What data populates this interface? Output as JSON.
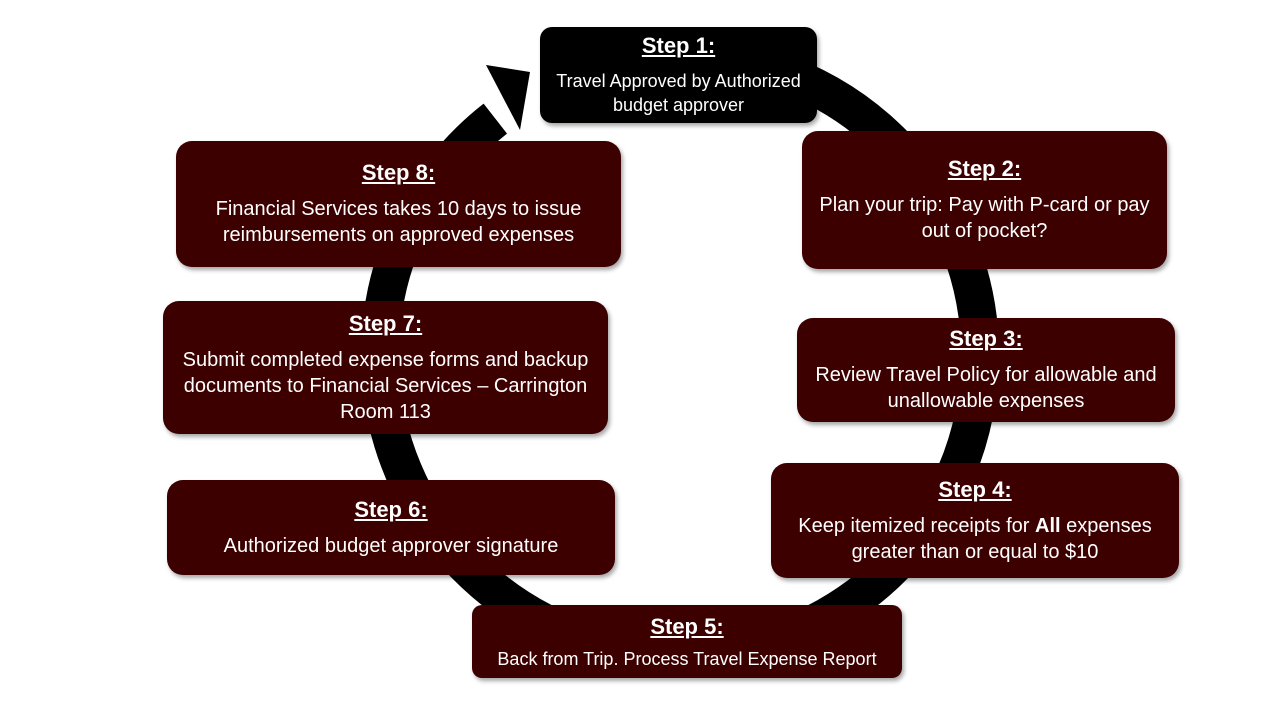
{
  "colors": {
    "box_fill_dark": "#000000",
    "box_fill_maroon": "#3d0000",
    "ring": "#000000",
    "text": "#ffffff",
    "background": "#ffffff"
  },
  "steps": [
    {
      "title": "Step 1:",
      "text": "Travel Approved by Authorized budget approver"
    },
    {
      "title": "Step 2:",
      "text": "Plan your trip: Pay with P-card or pay out of pocket?"
    },
    {
      "title": "Step 3:",
      "text": "Review Travel Policy for allowable and unallowable expenses"
    },
    {
      "title": "Step 4:",
      "text_before": "Keep itemized receipts for ",
      "text_bold": "All",
      "text_after": " expenses greater than or equal to $10"
    },
    {
      "title": "Step 5:",
      "text": "Back from Trip. Process Travel Expense Report"
    },
    {
      "title": "Step 6:",
      "text": "Authorized budget approver signature"
    },
    {
      "title": "Step 7:",
      "text": "Submit completed expense forms and backup documents to Financial Services – Carrington Room 113"
    },
    {
      "title": "Step 8:",
      "text": "Financial Services takes 10 days to issue reimbursements on approved expenses"
    }
  ]
}
